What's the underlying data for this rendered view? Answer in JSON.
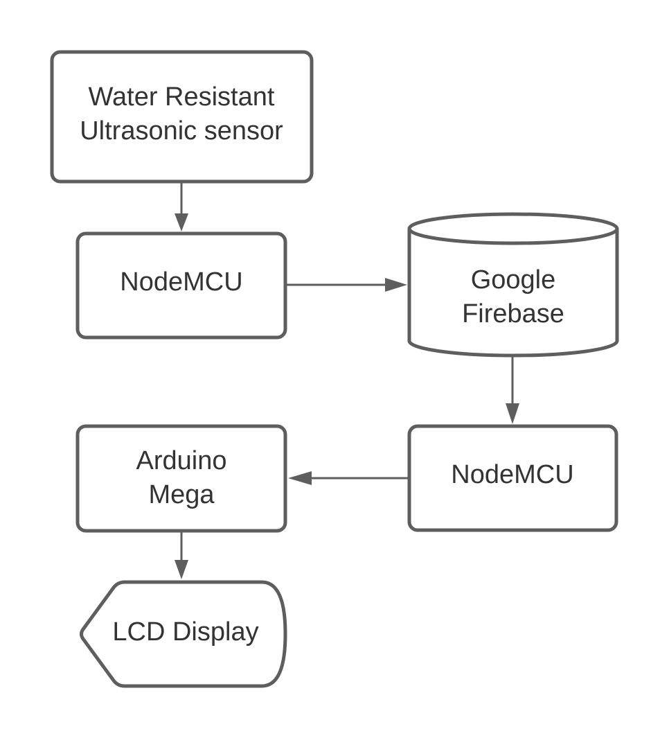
{
  "diagram": {
    "type": "flowchart",
    "colors": {
      "stroke": "#5e5e5e",
      "text": "#333333",
      "fill": "#ffffff"
    },
    "nodes": [
      {
        "id": "sensor",
        "shape": "rounded-rectangle",
        "lines": [
          "Water Resistant",
          "Ultrasonic sensor"
        ]
      },
      {
        "id": "nodemcu1",
        "shape": "rounded-rectangle",
        "lines": [
          "NodeMCU"
        ]
      },
      {
        "id": "firebase",
        "shape": "cylinder",
        "lines": [
          "Google",
          "Firebase"
        ]
      },
      {
        "id": "nodemcu2",
        "shape": "rounded-rectangle",
        "lines": [
          "NodeMCU"
        ]
      },
      {
        "id": "arduino",
        "shape": "rounded-rectangle",
        "lines": [
          "Arduino",
          "Mega"
        ]
      },
      {
        "id": "lcd",
        "shape": "display",
        "lines": [
          "LCD Display"
        ]
      }
    ],
    "edges": [
      {
        "from": "sensor",
        "to": "nodemcu1"
      },
      {
        "from": "nodemcu1",
        "to": "firebase"
      },
      {
        "from": "firebase",
        "to": "nodemcu2"
      },
      {
        "from": "nodemcu2",
        "to": "arduino"
      },
      {
        "from": "arduino",
        "to": "lcd"
      }
    ]
  }
}
